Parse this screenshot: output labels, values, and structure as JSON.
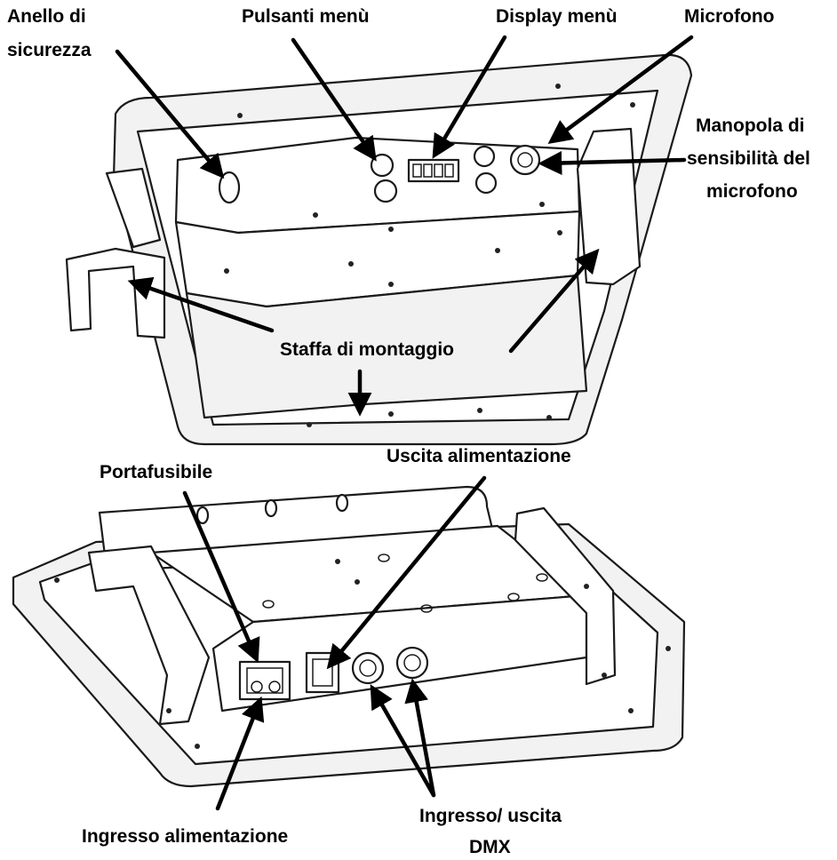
{
  "labels": {
    "safety_ring": [
      "Anello di",
      "sicurezza"
    ],
    "menu_buttons": "Pulsanti menù",
    "menu_display": "Display menù",
    "microphone": "Microfono",
    "mic_knob": [
      "Manopola di",
      "sensibilità del",
      "microfono"
    ],
    "mounting_bracket": "Staffa di montaggio",
    "fuse_holder": "Portafusibile",
    "power_out": "Uscita alimentazione",
    "power_in": "Ingresso alimentazione",
    "dmx": [
      "Ingresso/ uscita",
      "DMX"
    ]
  }
}
